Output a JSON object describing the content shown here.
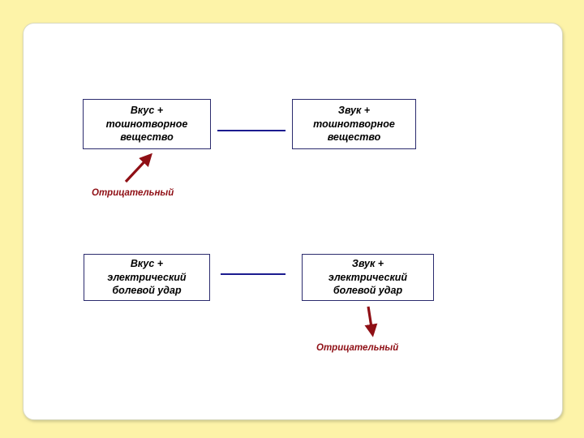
{
  "slide": {
    "background_color": "#fdf3a8",
    "panel_color": "#ffffff",
    "box_border_color": "#2b2b6e",
    "connector_color": "#1b1b8f",
    "arrow_color": "#8f0f15",
    "label_color": "#8f0f15"
  },
  "diagram": {
    "nodes": [
      {
        "id": "taste-nausea",
        "text": "Вкус +\nтошнотворное\nвещество"
      },
      {
        "id": "sound-nausea",
        "text": "Звук +\nтошнотворное\nвещество"
      },
      {
        "id": "taste-shock",
        "text": "Вкус +\nэлектрический\nболевой удар"
      },
      {
        "id": "sound-shock",
        "text": "Звук +\nэлектрический\nболевой удар"
      }
    ],
    "connectors": [
      {
        "id": "connector-top",
        "from": "taste-nausea",
        "to": "sound-nausea"
      },
      {
        "id": "connector-bottom",
        "from": "taste-shock",
        "to": "sound-shock"
      }
    ],
    "labels": [
      {
        "id": "negative-top",
        "text": "Отрицательный"
      },
      {
        "id": "negative-bottom",
        "text": "Отрицательный"
      }
    ],
    "arrows": [
      {
        "id": "arrow-up-right",
        "direction": "up-right",
        "points_to": "taste-nausea"
      },
      {
        "id": "arrow-down",
        "direction": "down",
        "points_to": "negative-bottom"
      }
    ]
  }
}
